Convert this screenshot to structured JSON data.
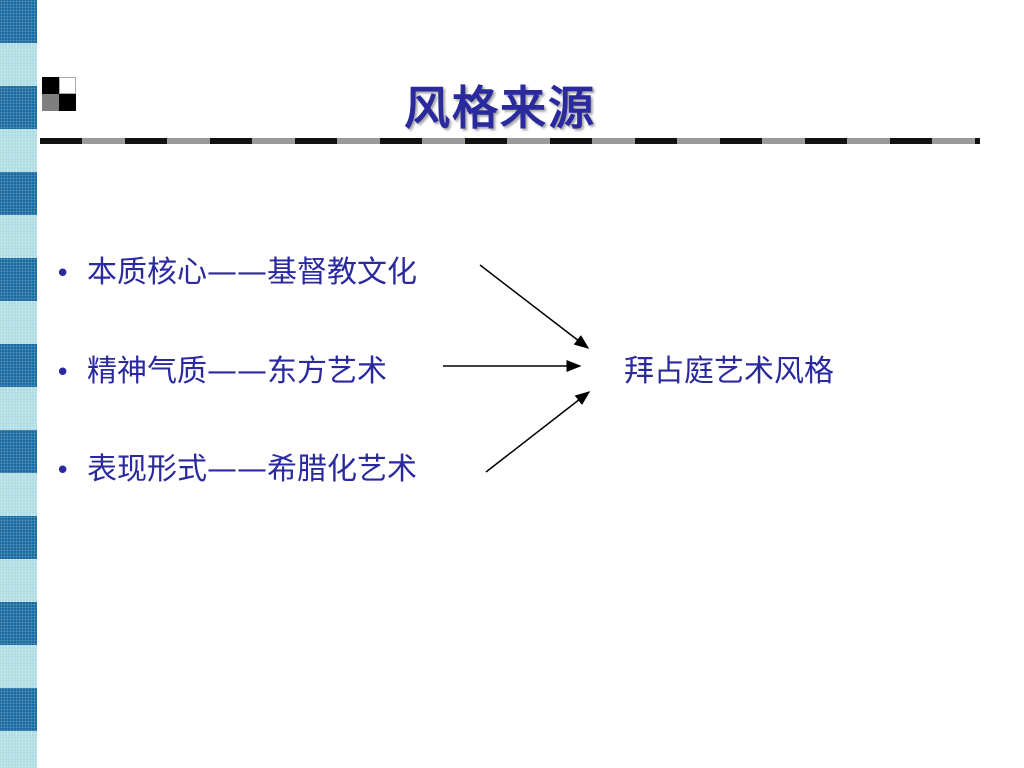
{
  "slide": {
    "title": "风格来源",
    "bullets": [
      {
        "text": "本质核心——基督教文化"
      },
      {
        "text": "精神气质——东方艺术"
      },
      {
        "text": "表现形式——希腊化艺术"
      }
    ],
    "result": "拜占庭艺术风格",
    "bullet_glyph": "•"
  },
  "colors": {
    "text": "#2a2a9e",
    "stripe_dark": "#1c6ba0",
    "stripe_light": "#b0dde4"
  }
}
